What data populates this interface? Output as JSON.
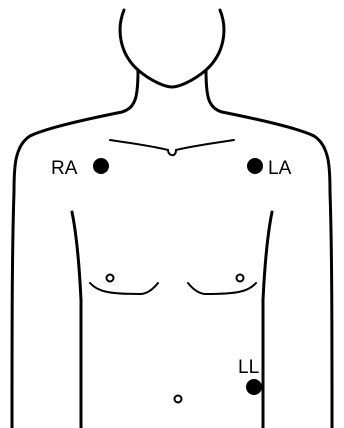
{
  "electrodes": [
    {
      "label": "RA",
      "name": "right-arm"
    },
    {
      "label": "LA",
      "name": "left-arm"
    },
    {
      "label": "LL",
      "name": "left-leg"
    }
  ],
  "colors": {
    "ink": "#000000",
    "background": "#ffffff"
  }
}
